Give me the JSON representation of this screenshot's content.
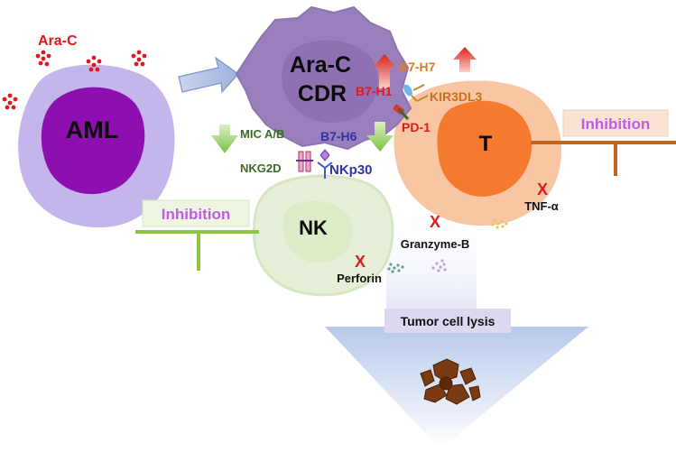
{
  "labels": {
    "ara_c": "Ara-C",
    "aml": "AML",
    "ara_c_cdr_line1": "Ara-C",
    "ara_c_cdr_line2": "CDR",
    "b7_h7": "B7-H7",
    "b7_h1": "B7-H1",
    "kir3dl3": "KIR3DL3",
    "pd_1": "PD-1",
    "t_cell": "T",
    "inhibition_right": "Inhibition",
    "mic_ab": "MIC A/B",
    "b7_h6": "B7-H6",
    "nkg2d": "NKG2D",
    "nkp30": "NKp30",
    "tnf_alpha": "TNF-α",
    "inhibition_left": "Inhibition",
    "nk_cell": "NK",
    "granzyme_b": "Granzyme-B",
    "perforin": "Perforin",
    "tumor_cell_lysis": "Tumor cell lysis"
  },
  "blocked_marker": "X",
  "colors": {
    "ara_c_red": "#e0191f",
    "aml_outer": "#c4b6ea",
    "aml_inner": "#8e0fb0",
    "cdr_cell": "#9a7fbd",
    "t_cell_outer": "#f9c6a4",
    "t_cell_inner": "#f47a2e",
    "nk_cell": "#e6f0d8",
    "inhibition_line_right": "#c0661d",
    "inhibition_line_left": "#8cc63f",
    "inhibition_text": "#c35ae8",
    "ligand_green_text": "#3c6b25",
    "ligand_blue_text": "#3232a8",
    "b7h7_text": "#e07a1a",
    "b7h1_text": "#e0191f",
    "lysis_arrow": "#c3d4ee",
    "lysis_box": "#dcd8ef"
  }
}
